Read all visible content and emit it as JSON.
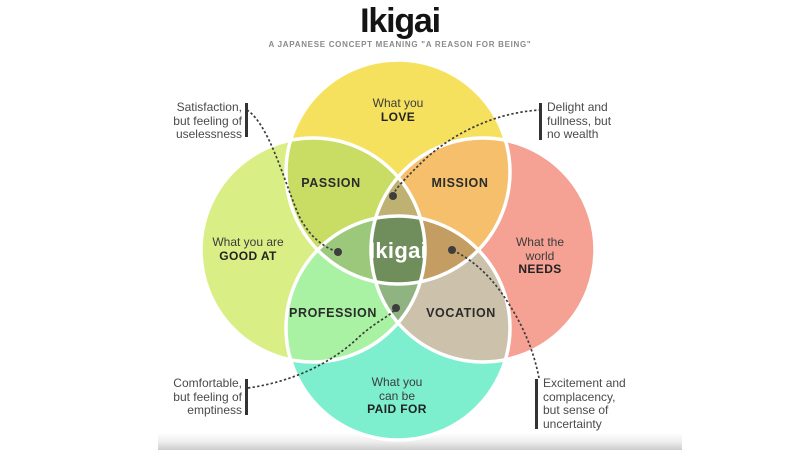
{
  "header": {
    "title": "Ikigai",
    "subtitle": "A JAPANESE CONCEPT MEANING \"A REASON FOR BEING\""
  },
  "venn": {
    "center_label": "Ikigai",
    "circles": {
      "love": {
        "line1": "What you",
        "bold": "LOVE"
      },
      "good_at": {
        "line1": "What you are",
        "bold": "GOOD AT"
      },
      "needs": {
        "line1": "What the",
        "line2": "world",
        "bold": "NEEDS"
      },
      "paid_for": {
        "line1": "What you",
        "line2": "can be",
        "bold": "PAID FOR"
      }
    },
    "overlaps": {
      "passion": "PASSION",
      "mission": "MISSION",
      "profession": "PROFESSION",
      "vocation": "VOCATION"
    }
  },
  "annotations": {
    "top_left": {
      "lines": [
        "Satisfaction,",
        "but feeling of",
        "uselessness"
      ]
    },
    "top_right": {
      "lines": [
        "Delight and",
        "fullness, but",
        "no wealth"
      ]
    },
    "bottom_left": {
      "lines": [
        "Comfortable,",
        "but feeling of",
        "emptiness"
      ]
    },
    "bottom_right": {
      "lines": [
        "Excitement and",
        "complacency,",
        "but sense of",
        "uncertainty"
      ]
    }
  },
  "colors": {
    "love": "#F6E15F",
    "good_at": "#D9EE85",
    "needs": "#F5A193",
    "paid_for": "#7DEFCF",
    "passion": "#C9DC63",
    "mission": "#F5BF6C",
    "profession": "#A9F2A3",
    "vocation": "#CCC2AB",
    "love_good_at_needs": "#BFB172",
    "love_good_at_paid_for": "#9CC87C",
    "love_needs_paid_for": "#C49D62",
    "good_at_needs_paid_for": "#8FB481",
    "center": "#6F8E5C",
    "connector": "#3D3D3D",
    "circle_border": "#FFFFFF"
  }
}
